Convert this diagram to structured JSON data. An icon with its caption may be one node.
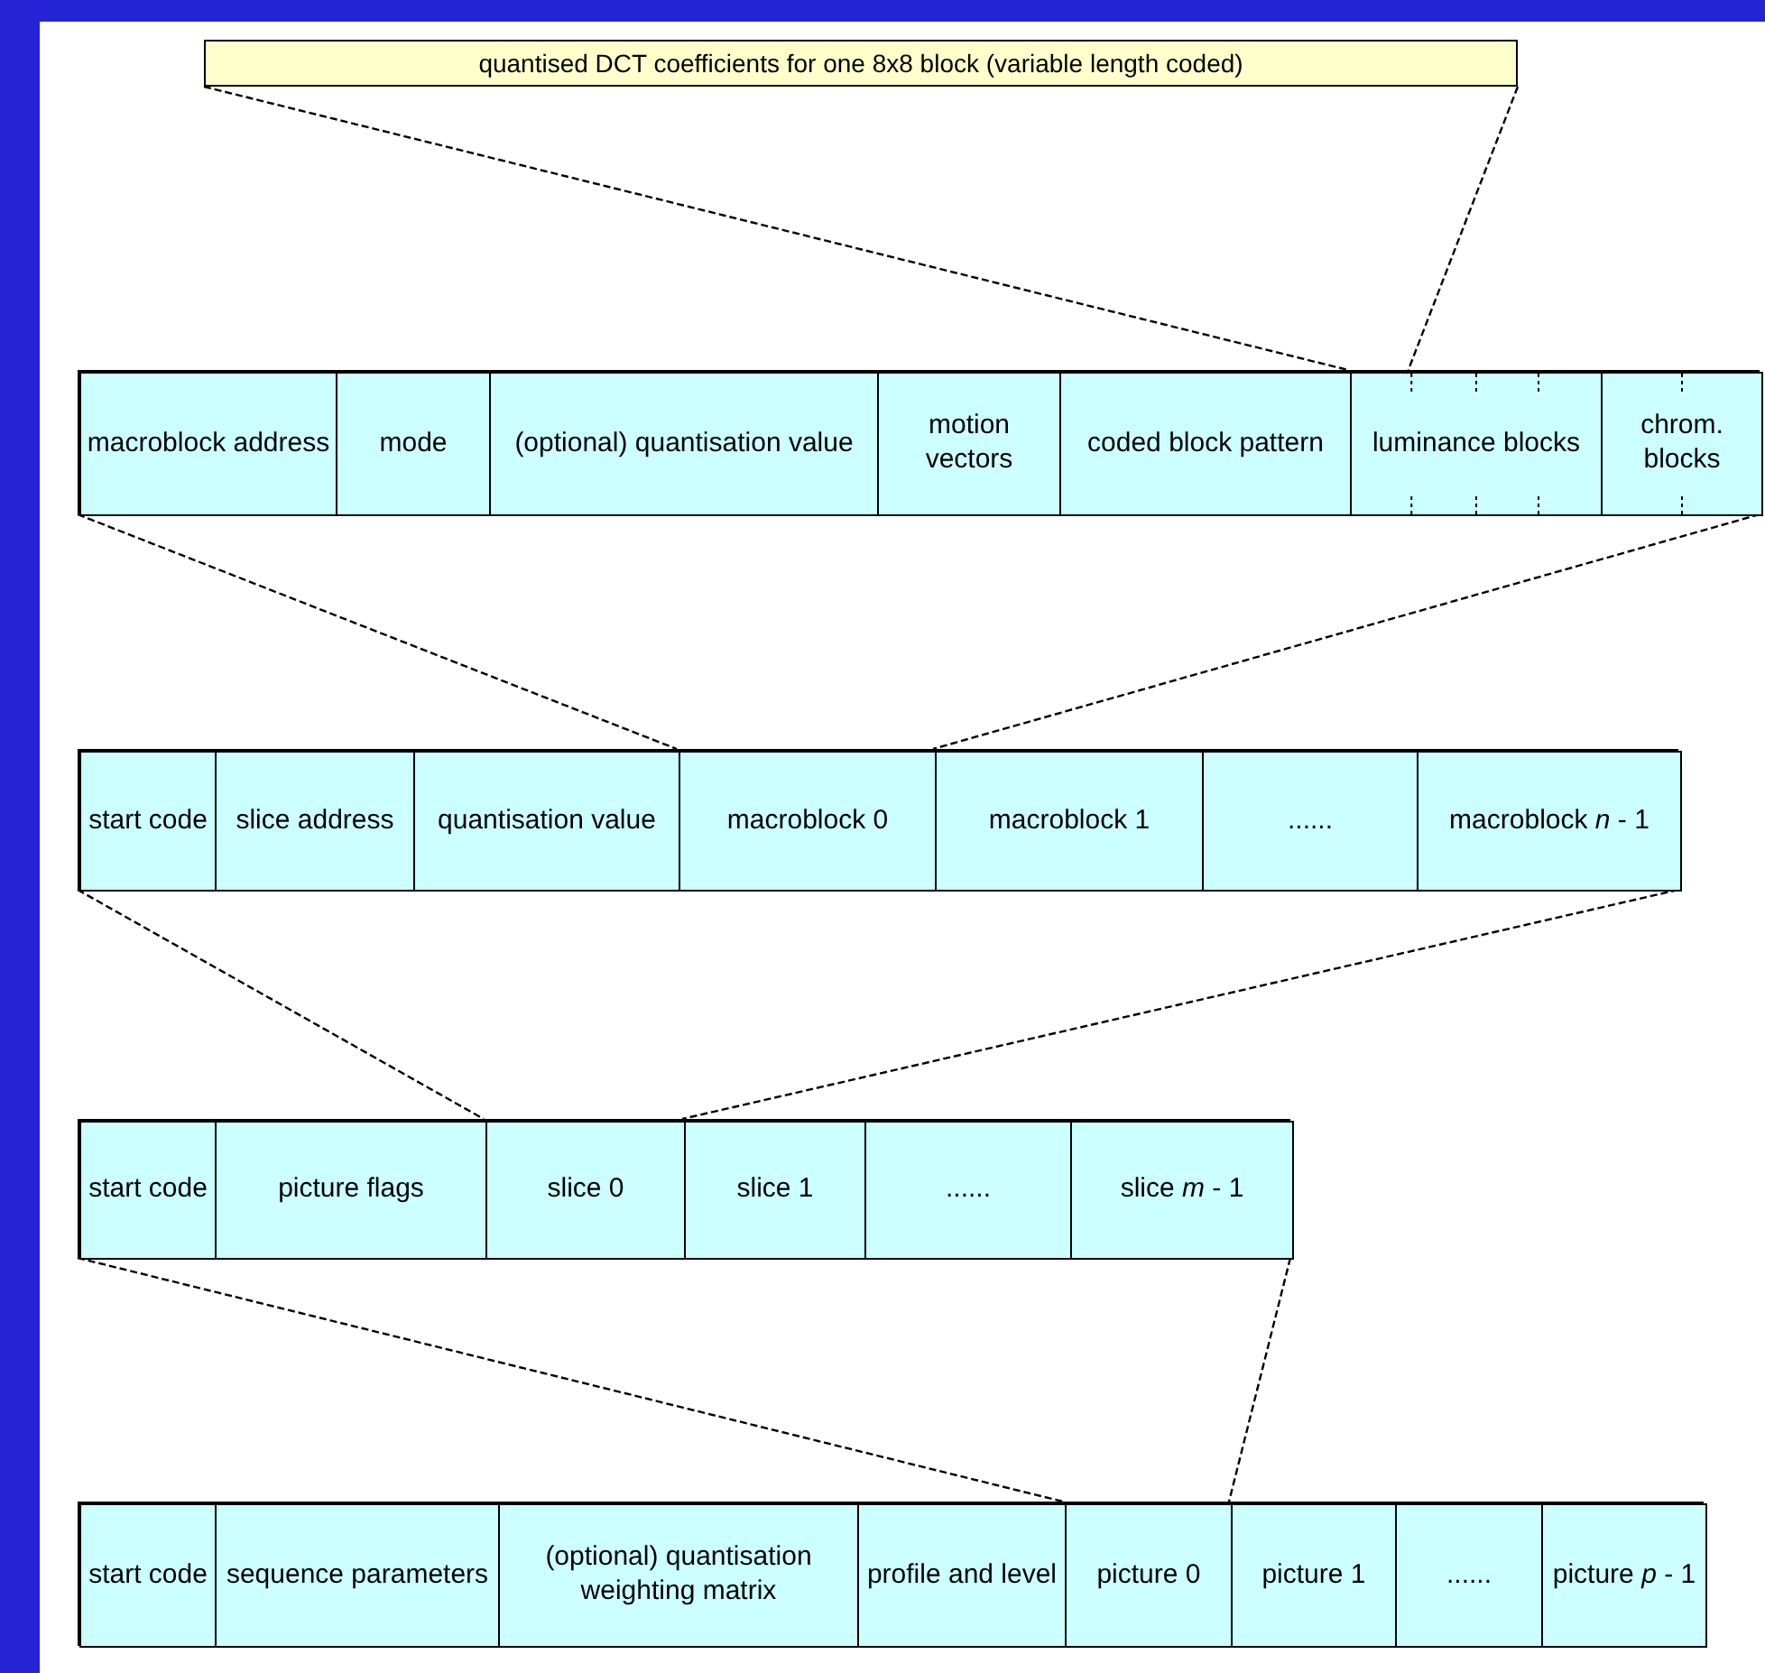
{
  "diagram": {
    "nodes": [
      {
        "text": [
          "quantised DCT coefficients for one 8x8 block (variable length coded)"
        ]
      },
      {
        "text": [],
        "shape": "box"
      },
      {
        "text": [
          "macroblock address"
        ],
        "in": 1
      },
      {
        "text": [
          "mode"
        ],
        "in": 1
      },
      {
        "text": [
          "(optional) quantisation value"
        ],
        "in": 1
      },
      {
        "text": [
          "motion vectors"
        ],
        "in": 1
      },
      {
        "text": [
          "coded block pattern"
        ],
        "in": 1
      },
      {
        "text": [
          "luminance blocks"
        ],
        "in": 1
      },
      {
        "text": [
          "chrom. blocks"
        ],
        "in": 1
      },
      {
        "text": [],
        "shape": "box"
      },
      {
        "text": [
          "start code"
        ],
        "in": 9
      },
      {
        "text": [
          "slice address"
        ],
        "in": 9
      },
      {
        "text": [
          "quantisation value"
        ],
        "in": 9
      },
      {
        "text": [
          "macroblock 0"
        ],
        "in": 9
      },
      {
        "text": [
          "macroblock 1"
        ],
        "in": 9
      },
      {
        "text": [
          "......"
        ],
        "in": 9
      },
      {
        "text": [
          "macroblock *n* - 1"
        ],
        "in": 9
      },
      {
        "text": [],
        "shape": "box"
      },
      {
        "text": [
          "start code"
        ],
        "in": 17
      },
      {
        "text": [
          "picture flags"
        ],
        "in": 17
      },
      {
        "text": [
          "slice 0"
        ],
        "in": 17
      },
      {
        "text": [
          "slice 1"
        ],
        "in": 17
      },
      {
        "text": [
          "......"
        ],
        "in": 17
      },
      {
        "text": [
          "slice *m* - 1"
        ],
        "in": 17
      },
      {
        "text": [],
        "shape": "box"
      },
      {
        "text": [
          "start code"
        ],
        "in": 24
      },
      {
        "text": [
          "sequence parameters"
        ],
        "in": 24
      },
      {
        "text": [
          "(optional) quantisation weighting matrix"
        ],
        "in": 24
      },
      {
        "text": [
          "profile and level"
        ],
        "in": 24
      },
      {
        "text": [
          "picture 0"
        ],
        "in": 24
      },
      {
        "text": [
          "picture 1"
        ],
        "in": 24
      },
      {
        "text": [
          "......"
        ],
        "in": 24
      },
      {
        "text": [
          "picture *p* - 1"
        ],
        "in": 24
      }
    ],
    "edges": [
      {
        "from": 0,
        "to": 7,
        "arrow": "none",
        "style": "dashed"
      },
      {
        "from": 0,
        "to": 7,
        "arrow": "none",
        "style": "dashed"
      },
      {
        "from": 1,
        "to": 13,
        "arrow": "none",
        "style": "dashed"
      },
      {
        "from": 1,
        "to": 13,
        "arrow": "none",
        "style": "dashed"
      },
      {
        "from": 9,
        "to": 20,
        "arrow": "none",
        "style": "dashed"
      },
      {
        "from": 9,
        "to": 20,
        "arrow": "none",
        "style": "dashed"
      },
      {
        "from": 17,
        "to": 29,
        "arrow": "none",
        "style": "dashed"
      },
      {
        "from": 17,
        "to": 29,
        "arrow": "none",
        "style": "dashed"
      }
    ]
  }
}
